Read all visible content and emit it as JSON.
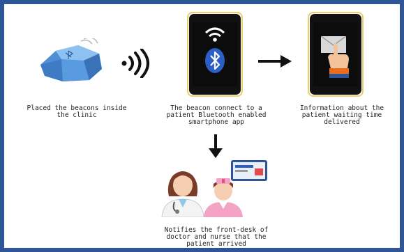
{
  "captions": {
    "beacons": [
      "Placed the beacons inside",
      "the clinic"
    ],
    "connect": [
      "The beacon connect to a",
      "patient Bluetooth enabled",
      "smartphone app"
    ],
    "info": [
      "Information about the",
      "patient waiting time",
      "delivered"
    ],
    "notify": [
      "Notifies the front-desk of",
      "doctor and nurse that the",
      "patient arrived"
    ]
  },
  "colors": {
    "frame": "#2f5597",
    "beacon": "#5a9be0",
    "bluetooth": "#2b5fc7",
    "phone_gold": "#e8d06a",
    "arrow": "#111111"
  },
  "icons": [
    "beacon-icon",
    "signal-waves-icon",
    "wifi-icon",
    "bluetooth-icon",
    "arrow-right-icon",
    "arrow-down-icon",
    "envelope-icon",
    "hand-icon",
    "doctor-icon",
    "nurse-icon",
    "tablet-icon"
  ]
}
